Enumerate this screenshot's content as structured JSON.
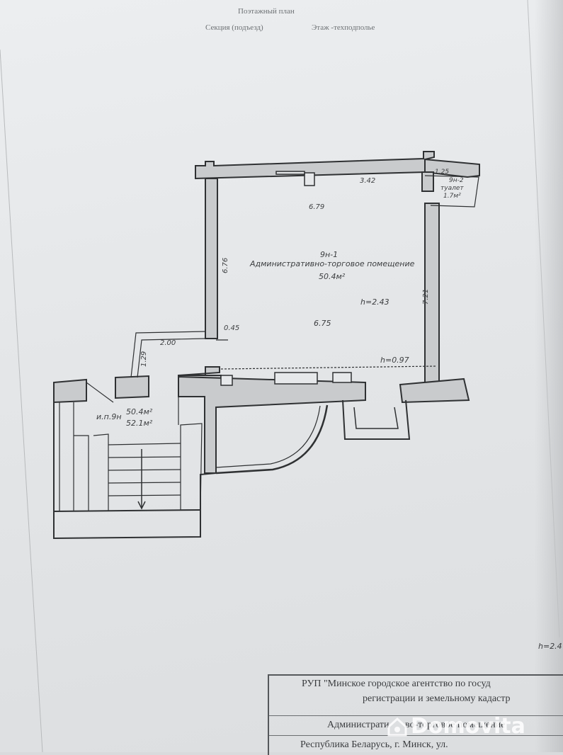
{
  "header": {
    "title": "Поэтажный план",
    "section_label": "Секция (подъезд)",
    "floor_label": "Этаж -техподполье"
  },
  "plan": {
    "room_main": {
      "id": "9н-1",
      "name": "Административно-торговое помещение",
      "area": "50.4м²",
      "height": "h=2.43"
    },
    "room_toilet": {
      "id": "9н-2",
      "name": "туалет",
      "area": "1.7м²"
    },
    "summary": {
      "label": "и.п.9н",
      "area1": "50.4м²",
      "area2": "52.1м²"
    },
    "dims": {
      "top_right": "3.42",
      "small_corner": "1.25",
      "top_inner": "6.79",
      "left_wall": "6.76",
      "right_wall": "7.21",
      "bottom_inner": "6.75",
      "ledge": "0.45",
      "corridor_width": "2.00",
      "corridor_len": "1.29",
      "window_height": "h=0.97"
    },
    "corner_height": "h=2.4"
  },
  "stamp": {
    "line1": "РУП \"Минское городское агентство по госуд",
    "line2": "регистрации и земельному кадастр",
    "line3": "Администрати",
    "line3b": "во-торговое помещение",
    "line4": "Республика Беларусь, г. Минск, ул."
  },
  "watermark": {
    "text": "Domovita",
    "icon": "house-logo-icon"
  },
  "colors": {
    "wall_fill": "#c9cbcd",
    "line": "#2f3133",
    "paper": "#e6e8ea"
  }
}
